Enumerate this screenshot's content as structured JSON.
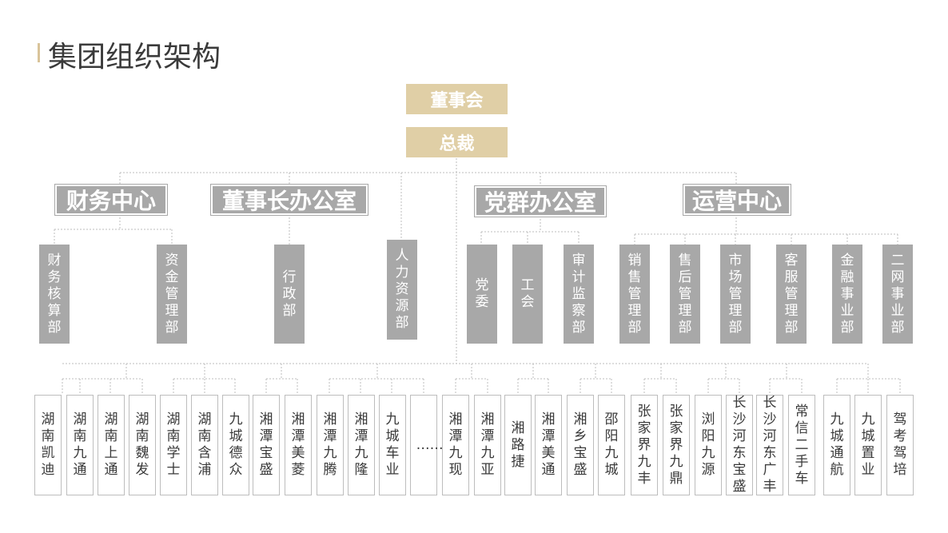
{
  "title": "集团组织架构",
  "colors": {
    "accent": "#e0cfa6",
    "dept": "#a8a8a8",
    "line": "#bdbdbd",
    "text": "#3a3a3a"
  },
  "top": {
    "board": "董事会",
    "president": "总裁"
  },
  "centers": [
    {
      "label": "财务中心"
    },
    {
      "label": "董事长办公室"
    },
    {
      "label": "党群办公室"
    },
    {
      "label": "运营中心"
    }
  ],
  "departments": [
    {
      "label": "财务核算部"
    },
    {
      "label": "资金管理部"
    },
    {
      "label": "行政部"
    },
    {
      "label": "人力资源部"
    },
    {
      "label": "党委"
    },
    {
      "label": "工会"
    },
    {
      "label": "审计监察部"
    },
    {
      "label": "销售管理部"
    },
    {
      "label": "售后管理部"
    },
    {
      "label": "市场管理部"
    },
    {
      "label": "客服管理部"
    },
    {
      "label": "金融事业部"
    },
    {
      "label": "二网事业部"
    }
  ],
  "subsidiaries": [
    {
      "label": "湖南凯迪"
    },
    {
      "label": "湖南九通"
    },
    {
      "label": "湖南上通"
    },
    {
      "label": "湖南魏发"
    },
    {
      "label": "湖南学士"
    },
    {
      "label": "湖南含浦"
    },
    {
      "label": "九城德众"
    },
    {
      "label": "湘潭宝盛"
    },
    {
      "label": "湘潭美菱"
    },
    {
      "label": "湘潭九腾"
    },
    {
      "label": "湘潭九隆"
    },
    {
      "label": "九城车业"
    },
    {
      "label": "……"
    },
    {
      "label": "湘潭九现"
    },
    {
      "label": "湘潭九亚"
    },
    {
      "label": "湘路捷"
    },
    {
      "label": "湘潭美通"
    },
    {
      "label": "湘乡宝盛"
    },
    {
      "label": "邵阳九城"
    },
    {
      "label": "张家界九丰"
    },
    {
      "label": "张家界九鼎"
    },
    {
      "label": "浏阳九源"
    },
    {
      "label": "长沙河东宝盛"
    },
    {
      "label": "长沙河东广丰"
    },
    {
      "label": "常信二手车"
    },
    {
      "label": "九城通航"
    },
    {
      "label": "九城置业"
    },
    {
      "label": "驾考驾培"
    }
  ]
}
